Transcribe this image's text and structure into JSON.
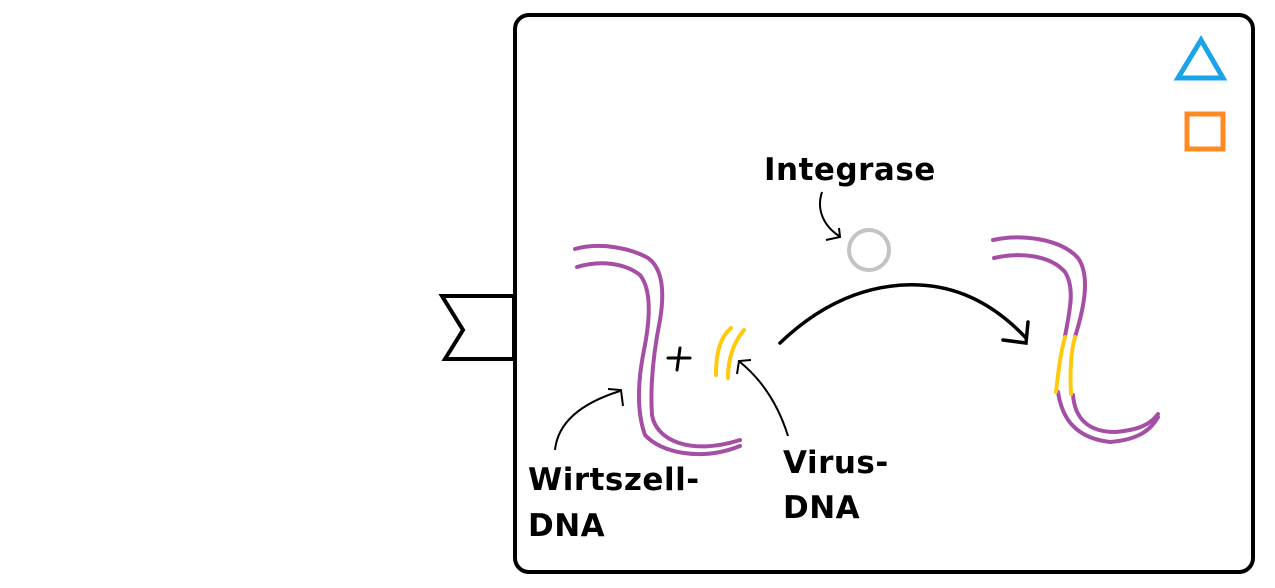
{
  "diagram": {
    "title": "Integration of virus DNA into host cell DNA by integrase",
    "labels": {
      "integrase": "Integrase",
      "host_dna_line1": "Wirtszell-",
      "host_dna_line2": "DNA",
      "virus_dna_line1": "Virus-",
      "virus_dna_line2": "DNA",
      "plus": "+"
    },
    "legend_icons": [
      {
        "name": "triangle-icon",
        "color": "#1aa3e8"
      },
      {
        "name": "square-icon",
        "color": "#ff8a24"
      }
    ],
    "colors": {
      "host_dna": "#a54ea5",
      "virus_dna": "#ffc90e",
      "integrase": "#c3c3c3",
      "outline": "#000000"
    }
  }
}
